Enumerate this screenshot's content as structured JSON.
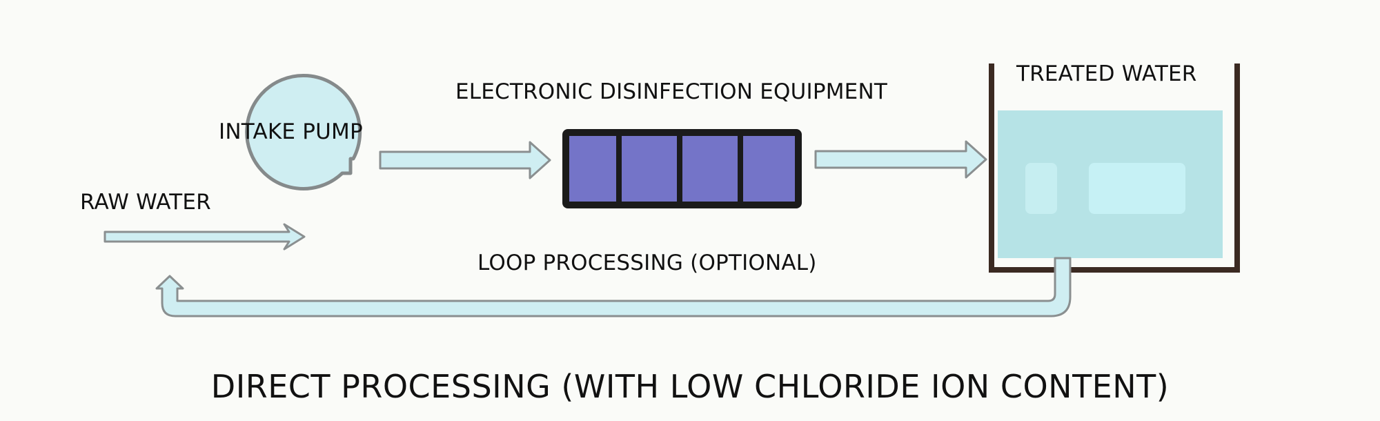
{
  "labels": {
    "raw_water": "RAW WATER",
    "intake_pump": "INTAKE PUMP",
    "equipment": "ELECTRONIC DISINFECTION EQUIPMENT",
    "treated_water": "TREATED WATER",
    "loop": "LOOP PROCESSING (OPTIONAL)"
  },
  "caption": "DIRECT PROCESSING (WITH LOW CHLORIDE ION CONTENT)",
  "colors": {
    "background": "#fafbf8",
    "water_fill": "#cfeef2",
    "tank_water": "#b6e3e6",
    "pipe_outline": "#8a8f90",
    "equipment_cell": "#7474c8",
    "equipment_frame": "#1b1b1b",
    "tank_wall": "#3b2a22",
    "text": "#111111"
  }
}
